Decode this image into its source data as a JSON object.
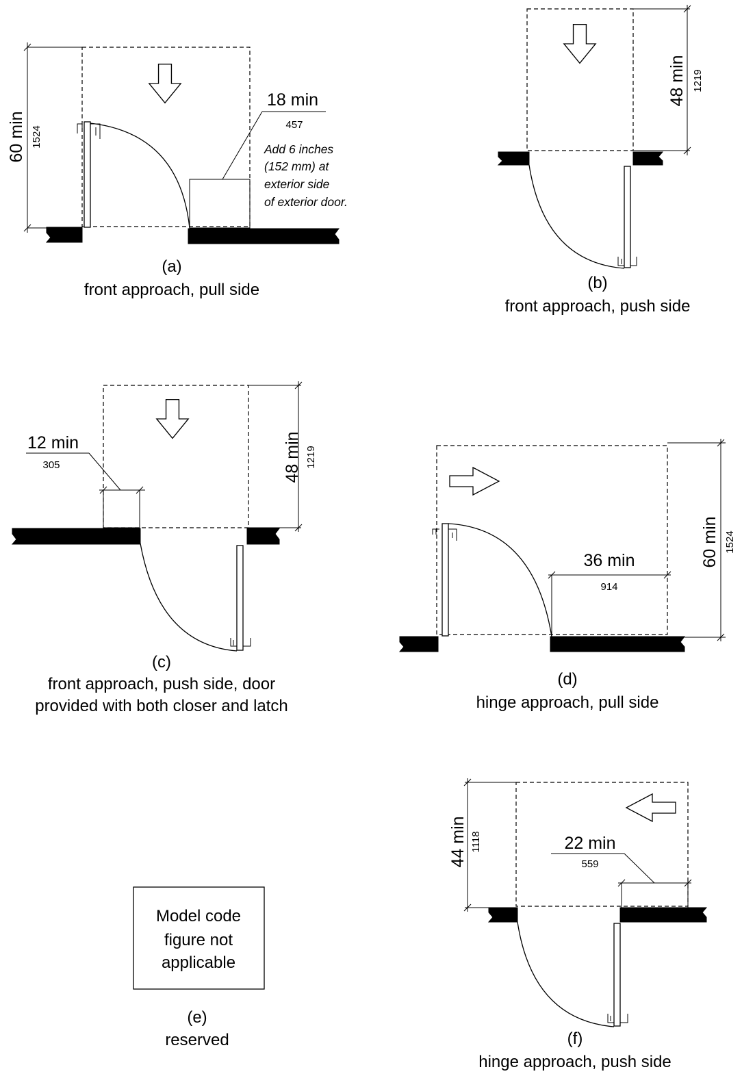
{
  "figures": {
    "a": {
      "letter": "(a)",
      "caption": "front approach, pull side",
      "depth": {
        "value": "60 min",
        "metric": "1524"
      },
      "latch_side": {
        "value": "18 min",
        "metric": "457"
      },
      "note": [
        "Add 6 inches",
        "(152 mm) at",
        "exterior side",
        "of exterior door."
      ]
    },
    "b": {
      "letter": "(b)",
      "caption": "front approach, push side",
      "depth": {
        "value": "48 min",
        "metric": "1219"
      }
    },
    "c": {
      "letter": "(c)",
      "caption_lines": [
        "front approach, push side, door",
        "provided with both closer and latch"
      ],
      "depth": {
        "value": "48 min",
        "metric": "1219"
      },
      "latch_side": {
        "value": "12 min",
        "metric": "305"
      }
    },
    "d": {
      "letter": "(d)",
      "caption": "hinge approach, pull side",
      "depth": {
        "value": "60 min",
        "metric": "1524"
      },
      "latch_side": {
        "value": "36 min",
        "metric": "914"
      }
    },
    "e": {
      "letter": "(e)",
      "caption": "reserved",
      "box_lines": [
        "Model code",
        "figure not",
        "applicable"
      ]
    },
    "f": {
      "letter": "(f)",
      "caption": "hinge approach, push side",
      "depth": {
        "value": "44 min",
        "metric": "1118"
      },
      "latch_side": {
        "value": "22 min",
        "metric": "559"
      }
    }
  }
}
